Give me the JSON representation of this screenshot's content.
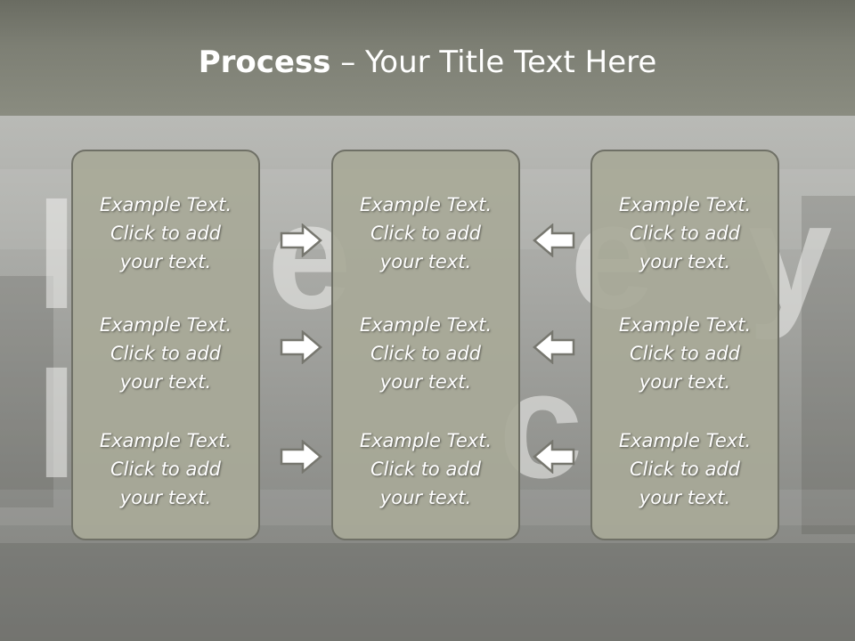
{
  "slide": {
    "title_bold": "Process",
    "title_rest": " – Your Title Text Here"
  },
  "columns": [
    {
      "items": [
        {
          "line1": "Example Text.",
          "line2": "Click  to add",
          "line3": "your text."
        },
        {
          "line1": "Example Text.",
          "line2": "Click  to add",
          "line3": "your text."
        },
        {
          "line1": "Example Text.",
          "line2": "Click  to add",
          "line3": "your text."
        }
      ]
    },
    {
      "items": [
        {
          "line1": "Example Text.",
          "line2": "Click  to add",
          "line3": "your text."
        },
        {
          "line1": "Example Text.",
          "line2": "Click  to add",
          "line3": "your text."
        },
        {
          "line1": "Example Text.",
          "line2": "Click  to add",
          "line3": "your text."
        }
      ]
    },
    {
      "items": [
        {
          "line1": "Example Text.",
          "line2": "Click  to add",
          "line3": "your text."
        },
        {
          "line1": "Example Text.",
          "line2": "Click  to add",
          "line3": "your text."
        },
        {
          "line1": "Example Text.",
          "line2": "Click  to add",
          "line3": "your text."
        }
      ]
    }
  ],
  "colors": {
    "panel": "#a8a998",
    "panel_border": "#6f7066",
    "arrow_fill": "#ffffff",
    "arrow_stroke": "#77776f"
  },
  "icons": {
    "right_arrow": "right-arrow-icon",
    "left_arrow": "left-arrow-icon"
  }
}
